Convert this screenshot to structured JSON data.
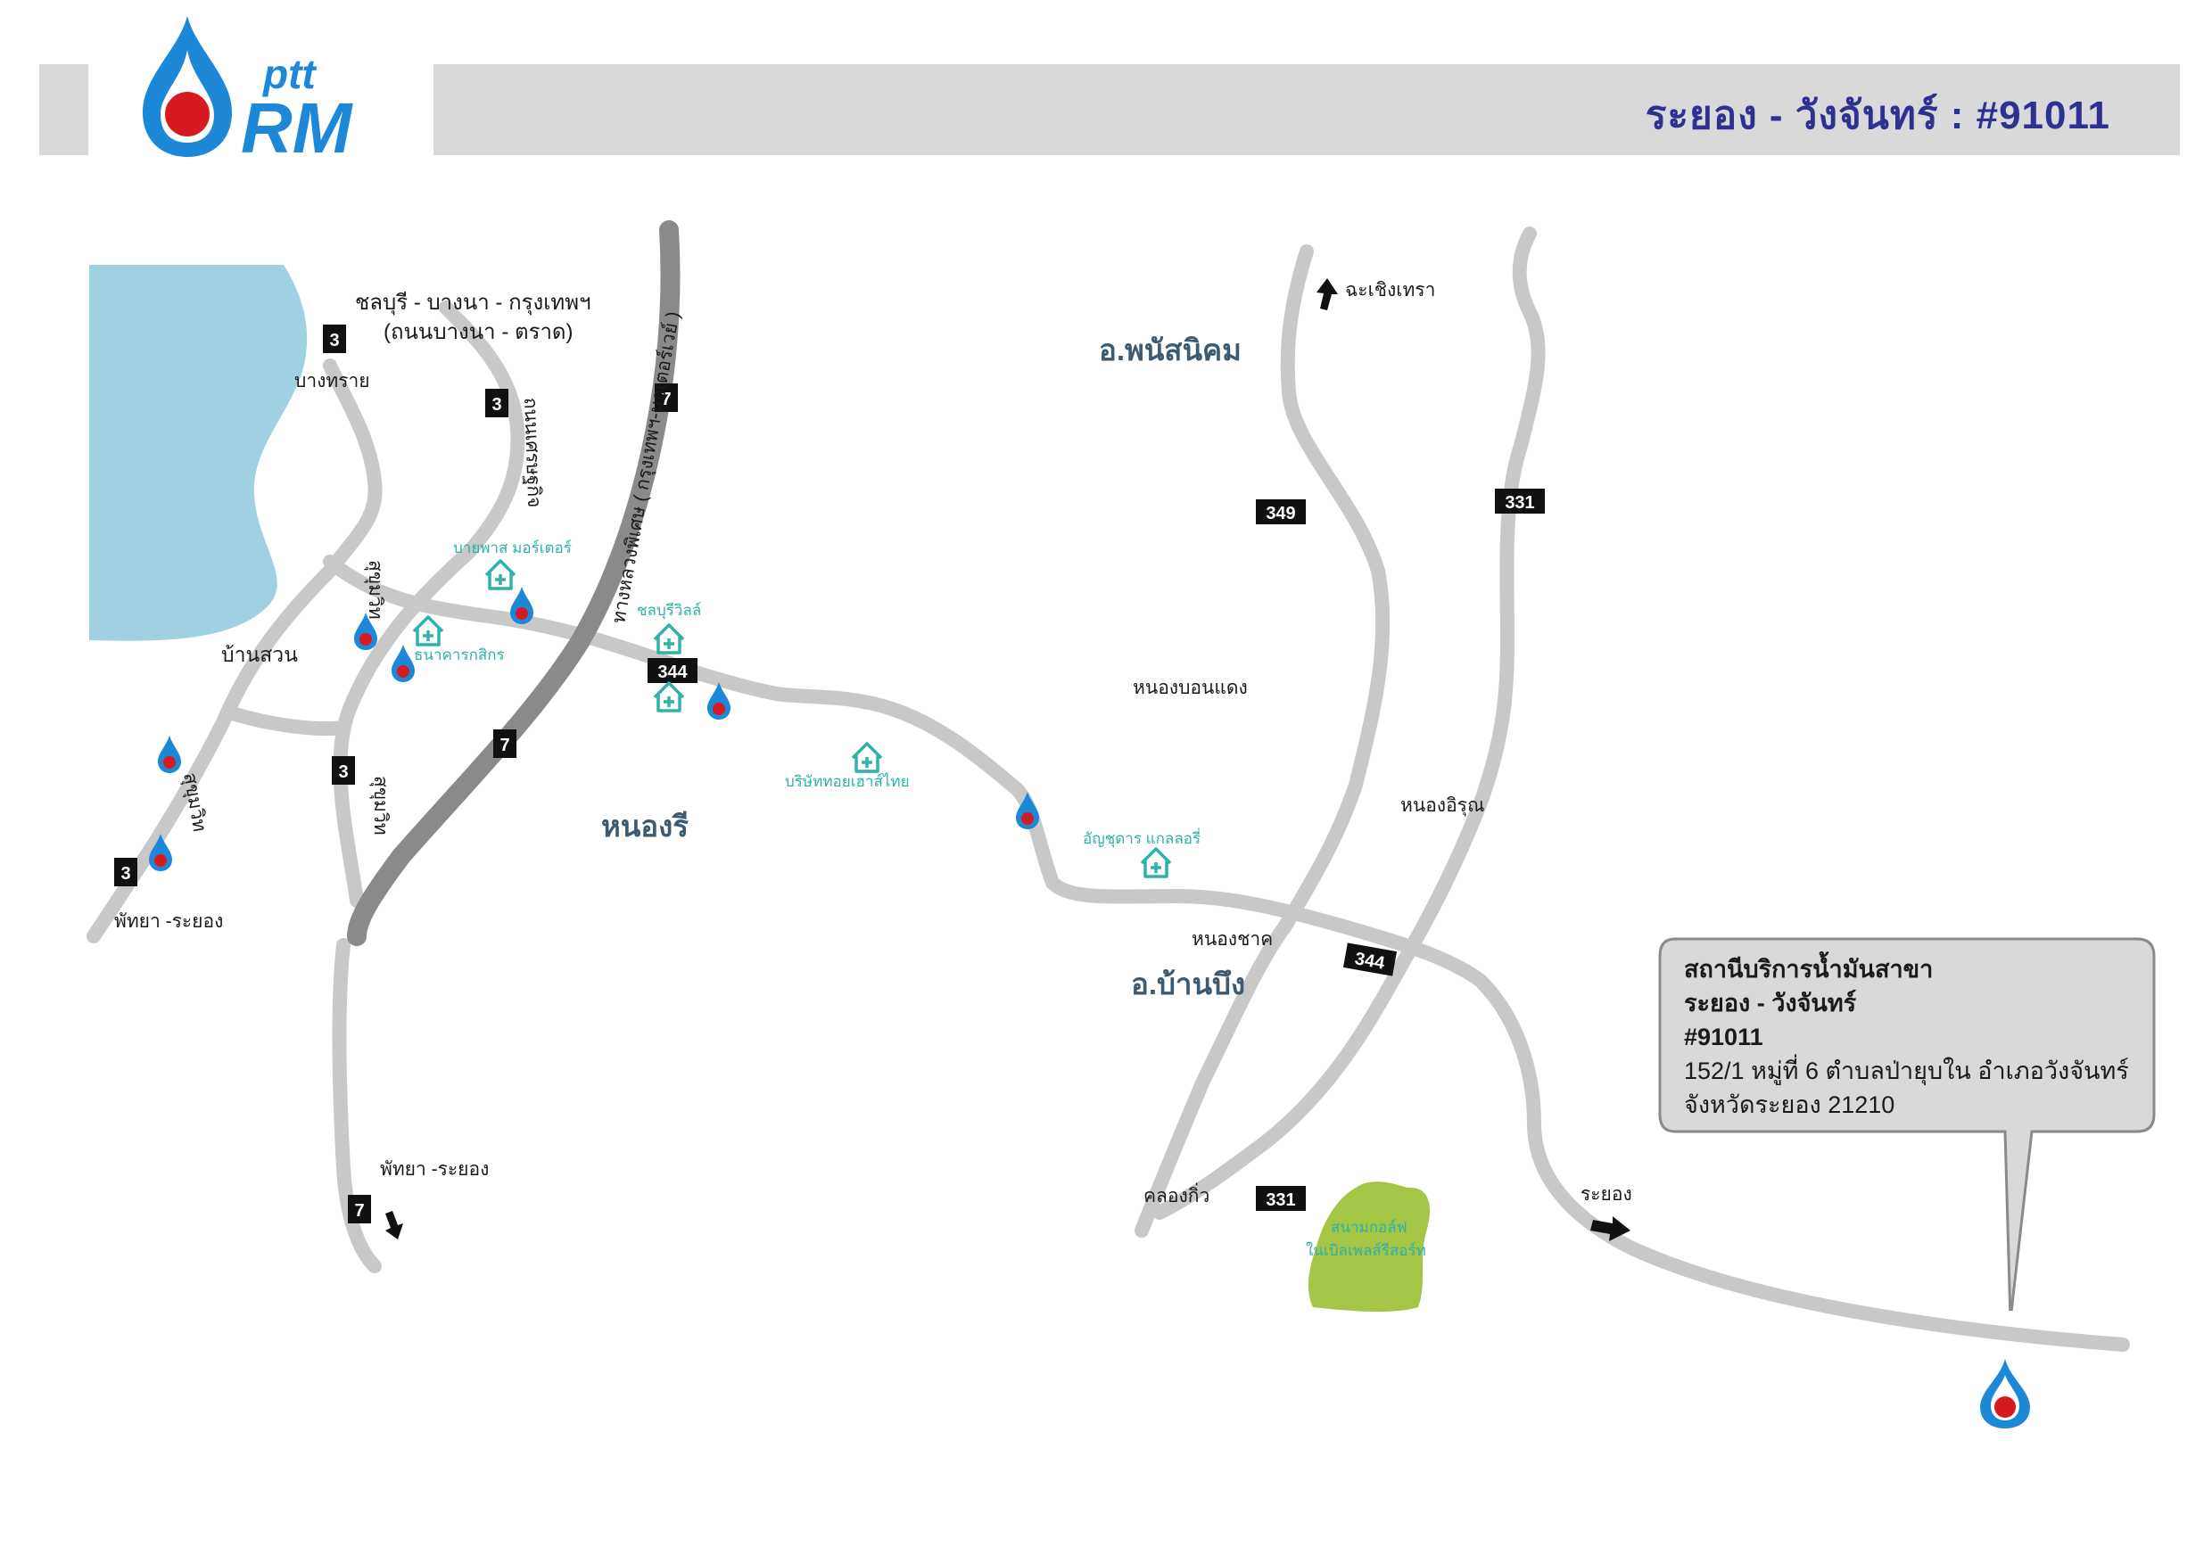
{
  "header": {
    "logo_top": "ptt",
    "logo_bottom": "RM",
    "title": "ระยอง - วังจันทร์ : #91011"
  },
  "colors": {
    "header_bg": "#d9d9d9",
    "title": "#2e3192",
    "water": "#9fd1e3",
    "road": "#c8c8c8",
    "highway": "#8a8a8a",
    "poi": "#2fb2a8",
    "golf": "#a4c545",
    "brand_blue": "#1e88d8",
    "brand_red": "#d71920",
    "area_label": "#3d5a70"
  },
  "map": {
    "place_labels": {
      "chonburi_route": "ชลบุรี - บางนา - กรุงเทพฯ",
      "bangna_trat": "(ถนนบางนา - ตราด)",
      "bang_sai": "บางทราย",
      "ban_suan": "บ้านสวน",
      "pattaya_rayong_1": "พัทยา -ระยอง",
      "pattaya_rayong_2": "พัทยา -ระยอง",
      "chachoengsao": "ฉะเชิงเทรา",
      "nong_bon_daeng": "หนองบอนแดง",
      "nong_irun": "หนองอิรุณ",
      "nong_chak": "หนองชาค",
      "khlong_kio": "คลองกิ่ว",
      "rayong": "ระยอง"
    },
    "area_labels": {
      "phanat_nikhom": "อ.พนัสนิคม",
      "nong_ri": "หนองรี",
      "ban_bueng": "อ.บ้านบึง"
    },
    "road_labels": {
      "motorway": "ทางหลวงพิเศษ ( กรุงเทพฯ-มอเตอร์เวย์ )",
      "sukhumvit_1": "สุขุมวิท",
      "sukhumvit_2": "สุขุมวิท",
      "sukhumvit_3": "สุขุมวิท",
      "setthakit": "ถนนเศรษฐกิจ"
    },
    "poi_labels": {
      "bypass_motor": "บายพาส มอร์เตอร์",
      "chonburi_villa": "ชลบุรีวิลล์",
      "kasikorn_bank": "ธนาคารกสิกร",
      "company_house": "บริษัททอยเฮาส์ไทย",
      "gallery": "อัญชุดาร แกลลอรี่"
    },
    "golf_label_1": "สนามกอล์ฟ",
    "golf_label_2": "ในเบิลเพลส์รีสอร์ท",
    "route_shields": {
      "r3_a": "3",
      "r3_b": "3",
      "r3_c": "3",
      "r3_d": "3",
      "r7_a": "7",
      "r7_b": "7",
      "r7_c": "7",
      "r344_a": "344",
      "r344_b": "344",
      "r349": "349",
      "r331_a": "331",
      "r331_b": "331"
    }
  },
  "info": {
    "line1": "สถานีบริการน้ำมันสาขา",
    "line2": "ระยอง - วังจันทร์",
    "line3": "#91011",
    "line4": "152/1 หมู่ที่ 6  ตำบลป่ายุบใน อำเภอวังจันทร์",
    "line5": "จังหวัดระยอง 21210"
  }
}
